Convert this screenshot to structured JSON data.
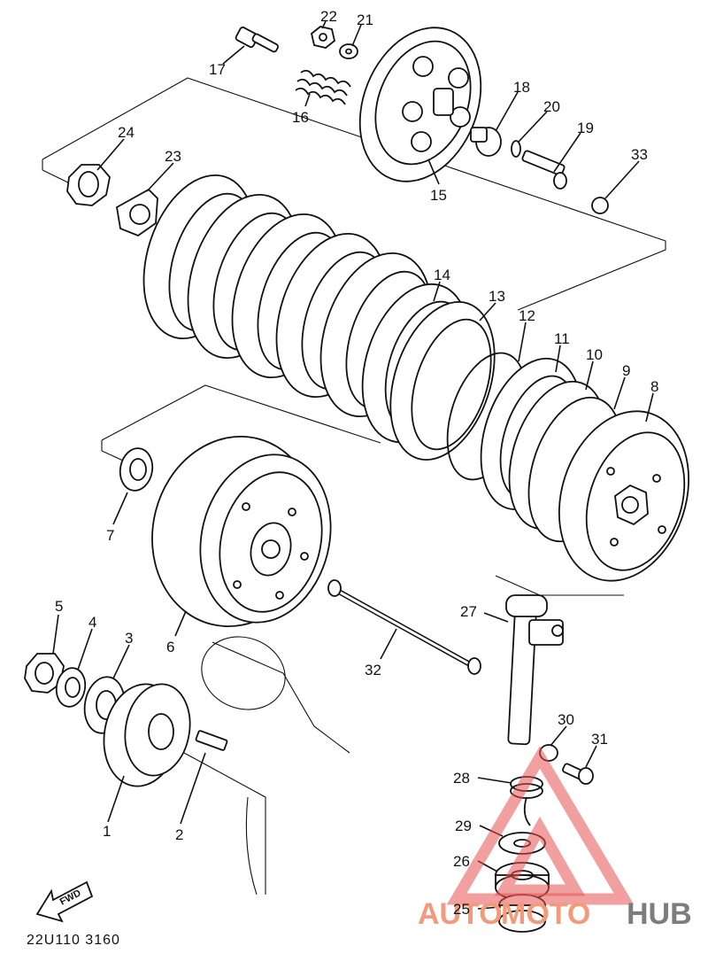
{
  "diagram": {
    "drawing_code": "22U110 3160",
    "direction_label": "FWD",
    "callouts": [
      {
        "id": "1",
        "label": "1"
      },
      {
        "id": "2",
        "label": "2"
      },
      {
        "id": "3",
        "label": "3"
      },
      {
        "id": "4",
        "label": "4"
      },
      {
        "id": "5",
        "label": "5"
      },
      {
        "id": "6",
        "label": "6"
      },
      {
        "id": "7",
        "label": "7"
      },
      {
        "id": "8",
        "label": "8"
      },
      {
        "id": "9",
        "label": "9"
      },
      {
        "id": "10",
        "label": "10"
      },
      {
        "id": "11",
        "label": "11"
      },
      {
        "id": "12",
        "label": "12"
      },
      {
        "id": "13",
        "label": "13"
      },
      {
        "id": "14",
        "label": "14"
      },
      {
        "id": "15",
        "label": "15"
      },
      {
        "id": "16",
        "label": "16"
      },
      {
        "id": "17",
        "label": "17"
      },
      {
        "id": "18",
        "label": "18"
      },
      {
        "id": "19",
        "label": "19"
      },
      {
        "id": "20",
        "label": "20"
      },
      {
        "id": "21",
        "label": "21"
      },
      {
        "id": "22",
        "label": "22"
      },
      {
        "id": "23",
        "label": "23"
      },
      {
        "id": "24",
        "label": "24"
      },
      {
        "id": "25",
        "label": "25"
      },
      {
        "id": "26",
        "label": "26"
      },
      {
        "id": "27",
        "label": "27"
      },
      {
        "id": "28",
        "label": "28"
      },
      {
        "id": "29",
        "label": "29"
      },
      {
        "id": "30",
        "label": "30"
      },
      {
        "id": "31",
        "label": "31"
      },
      {
        "id": "32",
        "label": "32"
      },
      {
        "id": "33",
        "label": "33"
      }
    ]
  },
  "watermark": {
    "part1": "AUTO",
    "part2": "MOTO",
    "part3": "HUB",
    "colors": {
      "triangle": "#e85050",
      "text_light": "#f29a7a",
      "text_dark": "#7d7d7d"
    }
  }
}
